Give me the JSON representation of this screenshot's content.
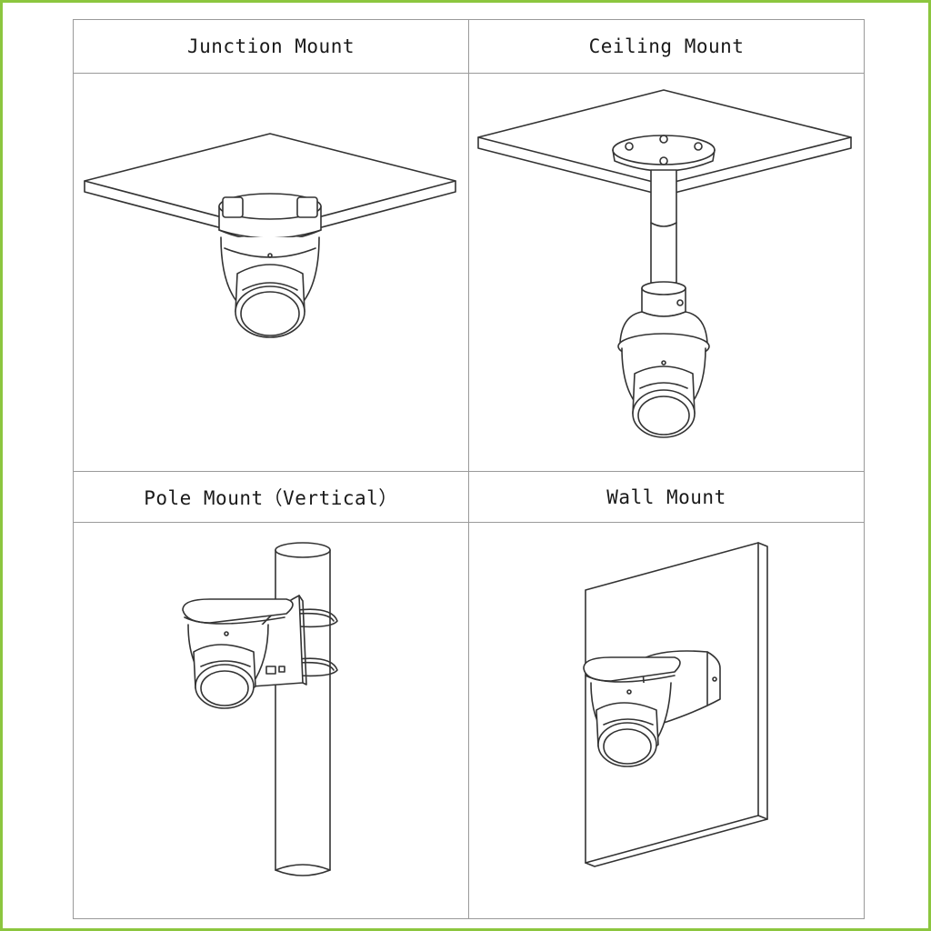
{
  "panels": [
    {
      "title": "Junction Mount"
    },
    {
      "title": "Ceiling Mount"
    },
    {
      "title": "Pole Mount（Vertical）"
    },
    {
      "title": "Wall Mount"
    }
  ],
  "colors": {
    "border_accent": "#8cc63f",
    "line": "#333333",
    "grid": "#9a9a9a",
    "fill": "#ffffff"
  }
}
